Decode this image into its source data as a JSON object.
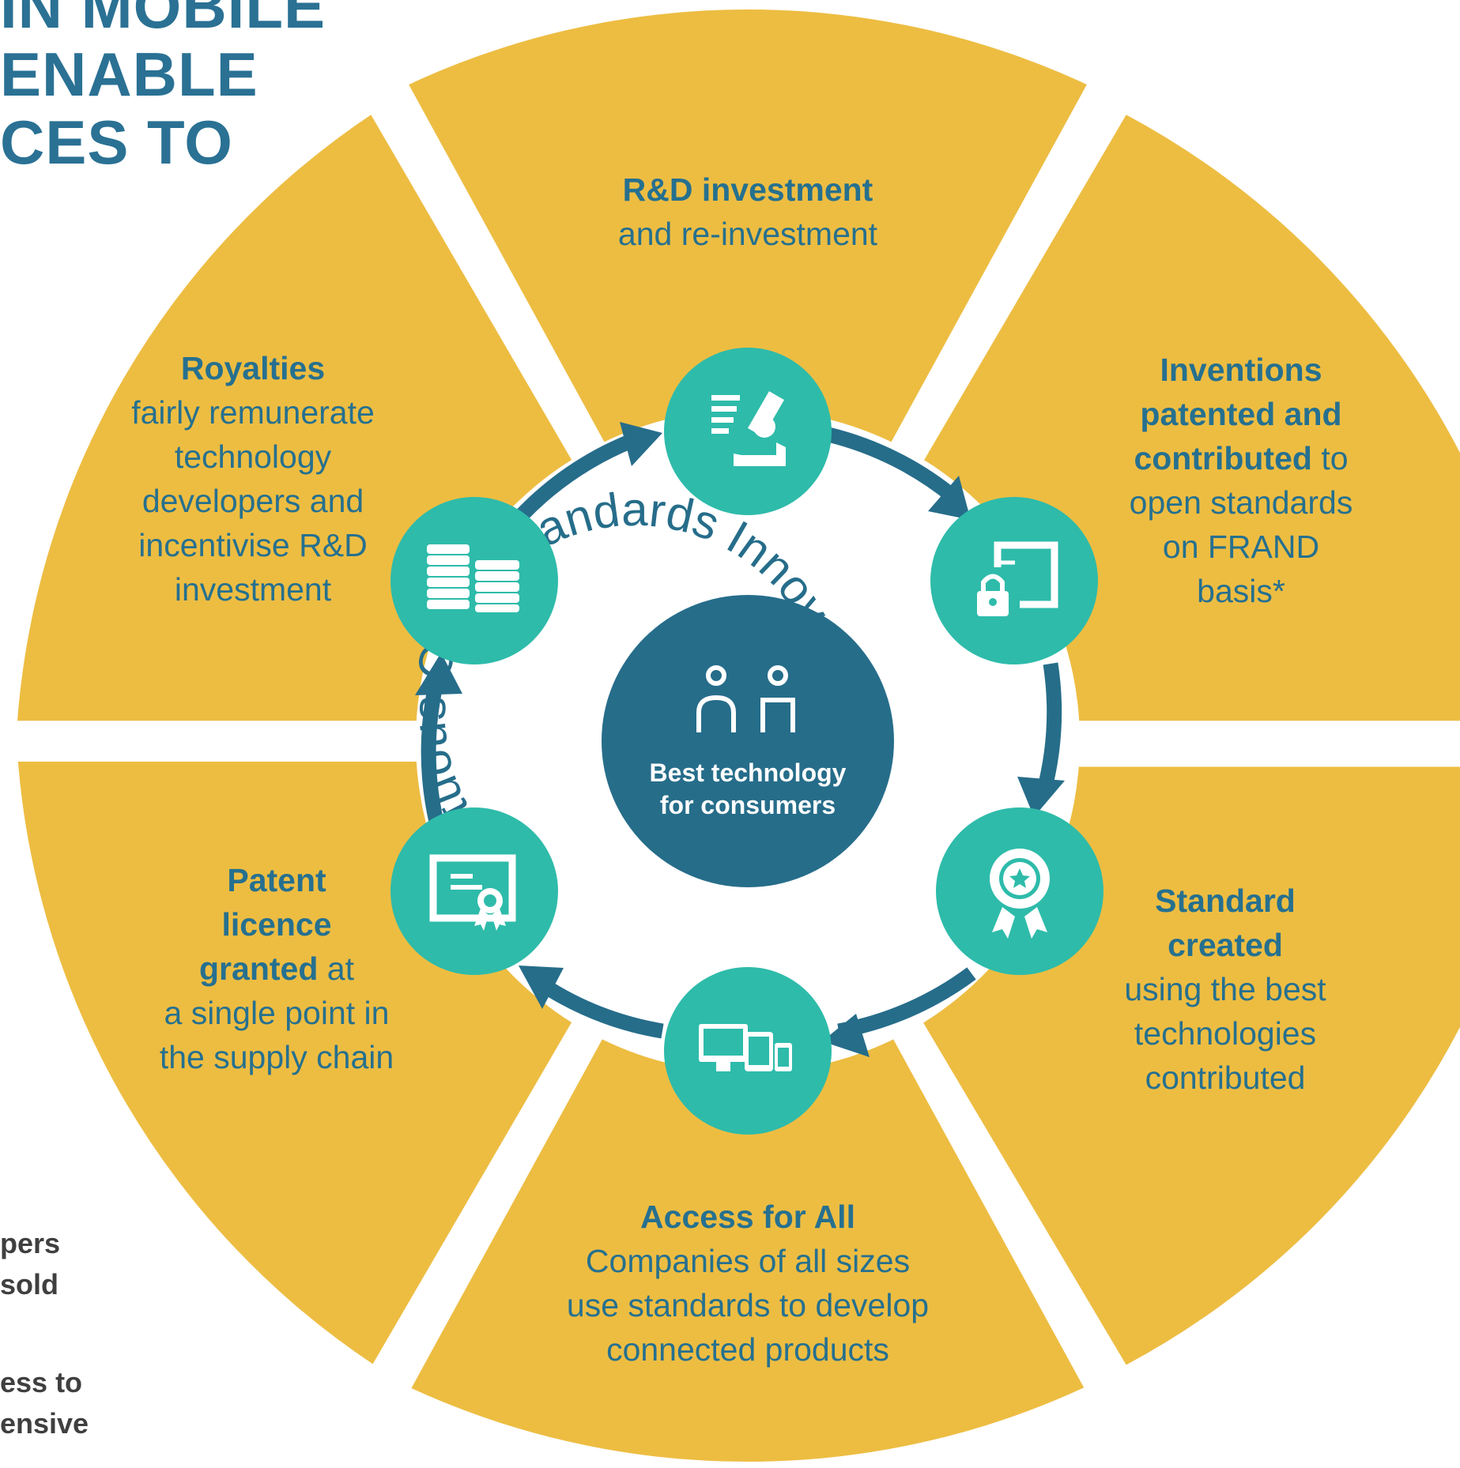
{
  "header": {
    "line1": "IN MOBILE",
    "line2": "ENABLE",
    "line3": "CES TO"
  },
  "side_notes": {
    "note1_line1": "pers",
    "note1_line2": "sold",
    "note2_line1": "ess to",
    "note2_line2": "ensive"
  },
  "segments": {
    "rd": {
      "bold": "R&D investment",
      "rest": "and re-investment"
    },
    "inventions": {
      "bold1": "Inventions",
      "bold2": "patented and",
      "bold3": "contributed",
      "rest3": " to",
      "rest4": "open standards",
      "rest5": "on FRAND",
      "rest6": "basis*"
    },
    "standard": {
      "bold1": "Standard",
      "bold2": "created",
      "rest1": "using the best",
      "rest2": "technologies",
      "rest3": "contributed"
    },
    "access": {
      "bold": "Access for All",
      "rest1": "Companies of all sizes",
      "rest2": "use standards to develop",
      "rest3": "connected products"
    },
    "licence": {
      "bold1": "Patent",
      "bold2": "licence",
      "bold3": "granted",
      "rest3": " at",
      "rest4": "a single point in",
      "rest5": "the supply chain"
    },
    "royalties": {
      "bold": "Royalties",
      "rest1": "fairly remunerate",
      "rest2": "technology",
      "rest3": "developers and",
      "rest4": "incentivise R&D",
      "rest5": "investment"
    }
  },
  "cycle_label": "Virtuous Open Standards Innovation Cycle",
  "center": {
    "line1": "Best technology",
    "line2": "for consumers"
  },
  "icons": [
    "microscope-icon",
    "patent-lock-icon",
    "award-ribbon-icon",
    "devices-icon",
    "certificate-icon",
    "coins-icon",
    "people-icon"
  ],
  "colors": {
    "segment": "#edbd42",
    "teal": "#2ebbaa",
    "navy": "#266d8a",
    "text_blue": "#26708f"
  }
}
